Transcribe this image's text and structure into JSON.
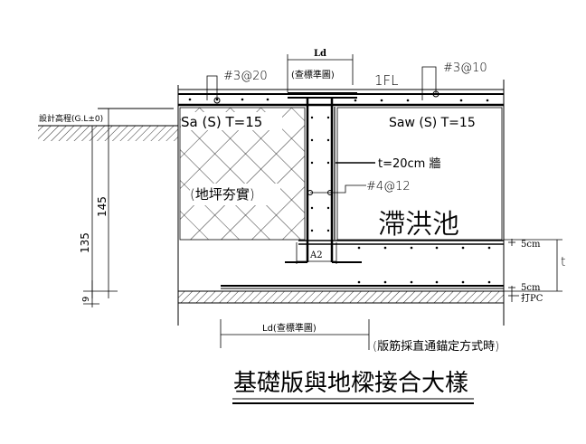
{
  "title": "基礎版與地樑接合大樣",
  "labels": {
    "ld_top": "Ld",
    "ld_top_note": "(查標準圖)",
    "rebar_top_left": "#3@20",
    "rebar_top_right": "#3@10",
    "floor_level": "1FL",
    "grade_level": "設計高程(G.L±0)",
    "slab_left": "Sa (S) T=15",
    "slab_right": "Saw (S) T=15",
    "wall": "t=20cm 牆",
    "wall_rebar": "#4@12",
    "fill": "(地坪夯實)",
    "pond": "滯洪池",
    "a2": "A2",
    "cover_top": "5cm",
    "cover_bottom": "5cm",
    "thickness": "t",
    "pc": "打PC",
    "dim_135": "135",
    "dim_145": "145",
    "dim_9": "9",
    "ld_bottom": "Ld(查標準圖)",
    "anchor_note": "(版筋採直通錨定方式時)"
  }
}
